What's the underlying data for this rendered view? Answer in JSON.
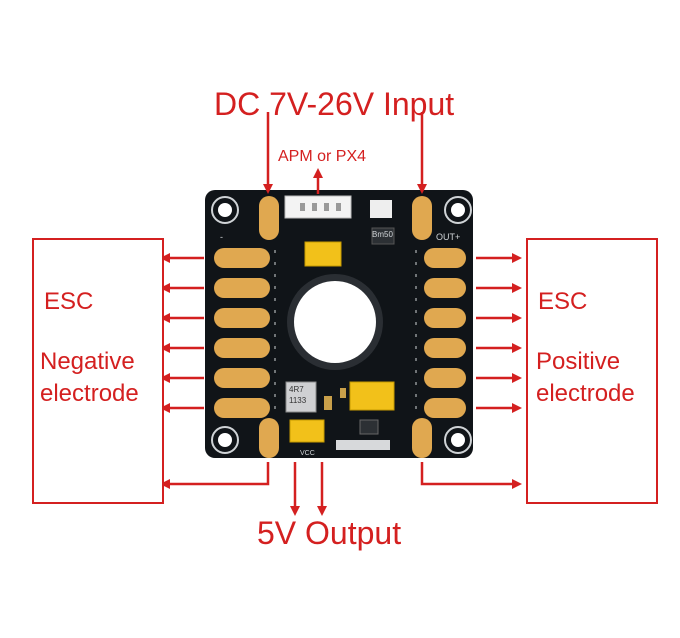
{
  "title": "DC 7V-26V Input",
  "apm_label": "APM or PX4",
  "output_label": "5V Output",
  "left_box": {
    "line1": "ESC",
    "line2": "Negative",
    "line3": "electrode"
  },
  "right_box": {
    "line1": "ESC",
    "line2": "Positive",
    "line3": "electrode"
  },
  "board": {
    "left_silk": "-",
    "right_silk": "OUT+",
    "ind_text1": "4R7",
    "ind_text2": "1133",
    "chip_text": "Bm50",
    "vcc_text": "VCC"
  },
  "colors": {
    "accent": "#d42020",
    "board": "#101418",
    "pad": "#e0a850",
    "cap": "#f2c11a"
  }
}
